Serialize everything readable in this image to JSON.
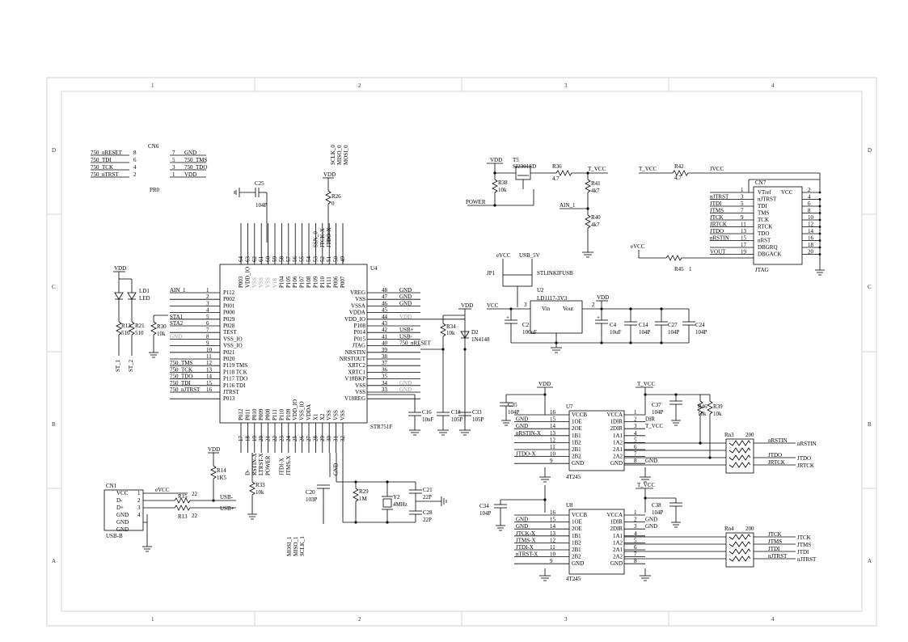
{
  "frame": {
    "cols": [
      "1",
      "2",
      "3",
      "4"
    ],
    "rows": [
      "D",
      "C",
      "B",
      "A"
    ]
  },
  "cn6": {
    "ref": "CN6",
    "name": "PR0",
    "left_nets": [
      "750_nRESET",
      "750_TDI",
      "750_TCK",
      "750_nTRST"
    ],
    "left_pins": [
      "8",
      "6",
      "4",
      "2"
    ],
    "right_pins": [
      "7",
      "5",
      "3",
      "1"
    ],
    "right_nets": [
      "GND",
      "750_TMS",
      "750_TDO",
      "VDD"
    ]
  },
  "u4": {
    "ref": "U4",
    "part": "STR751F",
    "left": [
      {
        "n": "1",
        "p": "P112",
        "net": "AIN_1"
      },
      {
        "n": "2",
        "p": "P002",
        "net": ""
      },
      {
        "n": "3",
        "p": "P001",
        "net": ""
      },
      {
        "n": "4",
        "p": "P000",
        "net": ""
      },
      {
        "n": "5",
        "p": "P029",
        "net": "STA1"
      },
      {
        "n": "6",
        "p": "P028",
        "net": "STA2"
      },
      {
        "n": "7",
        "p": "TEST",
        "net": ""
      },
      {
        "n": "8",
        "p": "VSS_IO",
        "net": "GND"
      },
      {
        "n": "9",
        "p": "VSS_IO",
        "net": ""
      },
      {
        "n": "10",
        "p": "P021",
        "net": ""
      },
      {
        "n": "11",
        "p": "P020",
        "net": ""
      },
      {
        "n": "12",
        "p": "P119 TMS",
        "net": "750_TMS"
      },
      {
        "n": "13",
        "p": "P118 TCK",
        "net": "750_TCK"
      },
      {
        "n": "14",
        "p": "P117 TDO",
        "net": "750_TDO"
      },
      {
        "n": "15",
        "p": "P116 TDI",
        "net": "750_TDI"
      },
      {
        "n": "16",
        "p": "JTRST",
        "net": "750_nJTRST"
      },
      {
        "n": "",
        "p": "P013",
        "net": ""
      }
    ],
    "right": [
      {
        "n": "48",
        "p": "VREG",
        "net": "GND"
      },
      {
        "n": "47",
        "p": "VSS",
        "net": "GND"
      },
      {
        "n": "46",
        "p": "VSSA",
        "net": "GND"
      },
      {
        "n": "45",
        "p": "VDDA",
        "net": ""
      },
      {
        "n": "44",
        "p": "VDD_IO",
        "net": "VDD"
      },
      {
        "n": "43",
        "p": "P108",
        "net": ""
      },
      {
        "n": "42",
        "p": "P014",
        "net": "USB+"
      },
      {
        "n": "41",
        "p": "P015",
        "net": "USB-"
      },
      {
        "n": "40",
        "p": "JTAG",
        "net": "750_nRESET"
      },
      {
        "n": "39",
        "p": "NRSTIN",
        "net": ""
      },
      {
        "n": "38",
        "p": "NRSTOUT",
        "net": ""
      },
      {
        "n": "37",
        "p": "XRTC2",
        "net": ""
      },
      {
        "n": "36",
        "p": "XRTC1",
        "net": ""
      },
      {
        "n": "35",
        "p": "V18BKP",
        "net": ""
      },
      {
        "n": "34",
        "p": "VSS",
        "net": "GND"
      },
      {
        "n": "33",
        "p": "VSS",
        "net": "GND"
      },
      {
        "n": "",
        "p": "V18REG",
        "net": ""
      }
    ],
    "top_pins": [
      "64",
      "63",
      "62",
      "61",
      "60",
      "59",
      "58",
      "57",
      "56",
      "55",
      "54",
      "53",
      "52",
      "51",
      "50",
      "49"
    ],
    "top_names": [
      "P003",
      "VDD_IO",
      "VSS",
      "VSS",
      "VSS",
      "V18",
      "P104",
      "P105",
      "P106",
      "P107",
      "P108",
      "P109",
      "P110",
      "P111",
      "P006",
      "P007"
    ],
    "top_nets": [
      "",
      "",
      "",
      "",
      "",
      "",
      "",
      "",
      "",
      "",
      "",
      "SSN_0",
      "JTCK-X",
      "JTDO-X",
      "",
      ""
    ],
    "bottom_pins": [
      "17",
      "18",
      "19",
      "20",
      "21",
      "22",
      "23",
      "24",
      "25",
      "26",
      "27",
      "28",
      "29",
      "30",
      "31",
      "32"
    ],
    "bottom_names": [
      "P012",
      "P011",
      "P010",
      "P009",
      "P008",
      "P111",
      "P110",
      "P109",
      "VDD_IO",
      "VSS_IO",
      "VDDA",
      "X1",
      "X2",
      "VSS",
      "VSS",
      "VSS"
    ],
    "bottom_nets": [
      "",
      "D-",
      "RSTIN-X",
      "LTRST-X",
      "POWER",
      "",
      "JTDI-X",
      "JTMS-X",
      "",
      "",
      "",
      "",
      "",
      "",
      "GND",
      ""
    ]
  },
  "top_bus": [
    "SCLK_0",
    "MISO_0",
    "MOSI_0"
  ],
  "bottom_bus": [
    "MOSI_1",
    "MISO_1",
    "SCLK_1"
  ],
  "passives": {
    "c25": {
      "ref": "C25",
      "val": "104P"
    },
    "r26": {
      "ref": "R26",
      "val": "0"
    },
    "r30": {
      "ref": "R30",
      "val": "10k"
    },
    "r12": {
      "ref": "R12",
      "val": "510"
    },
    "r21": {
      "ref": "R21",
      "val": "510"
    },
    "ld1": {
      "ref": "LD1",
      "val": "LED"
    },
    "r34": {
      "ref": "R34",
      "val": "10k"
    },
    "d2": {
      "ref": "D2",
      "val": "1N4148"
    },
    "c16": {
      "ref": "C16",
      "val": "10nF"
    },
    "c18": {
      "ref": "C18",
      "val": "105P"
    },
    "c33": {
      "ref": "C33",
      "val": "105P"
    },
    "r33": {
      "ref": "R33",
      "val": "10k"
    },
    "c20": {
      "ref": "C20",
      "val": "103P"
    },
    "r29": {
      "ref": "R29",
      "val": "1M"
    },
    "y2": {
      "ref": "Y2",
      "val": "4MHz"
    },
    "c21": {
      "ref": "C21",
      "val": "22P"
    },
    "c28": {
      "ref": "C28",
      "val": "22P"
    },
    "r14": {
      "ref": "R14",
      "val": "1K5"
    },
    "r15": {
      "ref": "R15",
      "val": "22"
    },
    "r13": {
      "ref": "R13",
      "val": "22"
    },
    "r38": {
      "ref": "R38",
      "val": "10k"
    },
    "t5": {
      "ref": "T5",
      "val": "SI2301SD"
    },
    "r36": {
      "ref": "R36",
      "val": "4.7"
    },
    "r41": {
      "ref": "R41",
      "val": "4k7"
    },
    "r40": {
      "ref": "R40",
      "val": "4k7"
    },
    "r42": {
      "ref": "R42",
      "val": "4.7"
    },
    "r45": {
      "ref": "R45",
      "val": "1"
    },
    "c2": {
      "ref": "C2",
      "val": "100uF"
    },
    "c4": {
      "ref": "C4",
      "val": "10uF"
    },
    "c14": {
      "ref": "C14",
      "val": "104P"
    },
    "c27": {
      "ref": "C27",
      "val": "104P"
    },
    "c24": {
      "ref": "C24",
      "val": "104P"
    },
    "c35": {
      "ref": "C35",
      "val": "104P"
    },
    "c37": {
      "ref": "C37",
      "val": "104P"
    },
    "r46": {
      "ref": "R46",
      "val": "10k"
    },
    "r39": {
      "ref": "R39",
      "val": "10k"
    },
    "c34": {
      "ref": "C34",
      "val": "104P"
    },
    "c38": {
      "ref": "C38",
      "val": "104P"
    }
  },
  "labels": {
    "vdd": "VDD",
    "gnd": "GND",
    "vcc": "VCC",
    "evcc": "eVCC",
    "tvcc": "T_VCC",
    "jvcc": "JVCC",
    "power": "POWER",
    "ain1": "AIN_1",
    "usb5v": "USB_5V",
    "stlink": "STLINKIFUSB",
    "jp1": "JP1",
    "st1": "ST_1",
    "st2": "ST_2",
    "usbp": "USB+",
    "usbm": "USB-",
    "vin": "Vin",
    "vout": "Vout",
    "vout_net": "VOUT",
    "dir": "DIR",
    "nrstin": "nRSTIN",
    "jtdo": "JTDO",
    "jrtck": "JRTCK",
    "jtck": "JTCK",
    "jtms": "JTMS",
    "jtdi": "JTDI",
    "njtrst": "nJTRST"
  },
  "u2": {
    "ref": "U2",
    "part": "LD1117-3V3",
    "pin_in": "3",
    "pin_out": "2"
  },
  "cn1": {
    "ref": "CN1",
    "part": "USB-B",
    "pins": [
      {
        "n": "1",
        "p": "VCC"
      },
      {
        "n": "2",
        "p": "D-"
      },
      {
        "n": "3",
        "p": "D+"
      },
      {
        "n": "4",
        "p": "GND"
      },
      {
        "n": "",
        "p": "GND"
      },
      {
        "n": "",
        "p": "GND"
      }
    ]
  },
  "cn7": {
    "ref": "CN7",
    "part": "JTAG",
    "rows": [
      {
        "net": "",
        "l": "1",
        "p": "VTref",
        "r": "2",
        "rp": "VCC"
      },
      {
        "net": "nJTRST",
        "l": "3",
        "p": "nJTRST",
        "r": "4",
        "rp": ""
      },
      {
        "net": "JTDI",
        "l": "5",
        "p": "TDI",
        "r": "6",
        "rp": ""
      },
      {
        "net": "JTMS",
        "l": "7",
        "p": "TMS",
        "r": "8",
        "rp": ""
      },
      {
        "net": "JTCK",
        "l": "9",
        "p": "TCK",
        "r": "10",
        "rp": ""
      },
      {
        "net": "JRTCK",
        "l": "11",
        "p": "RTCK",
        "r": "12",
        "rp": ""
      },
      {
        "net": "JTDO",
        "l": "13",
        "p": "TDO",
        "r": "14",
        "rp": ""
      },
      {
        "net": "nRSTIN",
        "l": "15",
        "p": "nRST",
        "r": "16",
        "rp": ""
      },
      {
        "net": "",
        "l": "17",
        "p": "DBGRQ",
        "r": "18",
        "rp": ""
      },
      {
        "net": "VOUT",
        "l": "19",
        "p": "DBGACK",
        "r": "20",
        "rp": ""
      }
    ]
  },
  "u7": {
    "ref": "U7",
    "part": "4T245",
    "left": [
      {
        "n": "16",
        "p": "VCCB",
        "net": ""
      },
      {
        "n": "15",
        "p": "1OE",
        "net": "GND"
      },
      {
        "n": "14",
        "p": "2OE",
        "net": "GND"
      },
      {
        "n": "13",
        "p": "1B1",
        "net": "nRSTIN-X"
      },
      {
        "n": "12",
        "p": "1B2",
        "net": ""
      },
      {
        "n": "11",
        "p": "2B1",
        "net": ""
      },
      {
        "n": "10",
        "p": "2B2",
        "net": "JTDO-X"
      },
      {
        "n": "9",
        "p": "GND",
        "net": ""
      }
    ],
    "right": [
      {
        "n": "1",
        "p": "VCCA",
        "net": ""
      },
      {
        "n": "2",
        "p": "1DIR",
        "net": "DIR"
      },
      {
        "n": "3",
        "p": "2DIR",
        "net": "T_VCC"
      },
      {
        "n": "4",
        "p": "1A1",
        "net": ""
      },
      {
        "n": "5",
        "p": "1A2",
        "net": ""
      },
      {
        "n": "6",
        "p": "2A1",
        "net": ""
      },
      {
        "n": "7",
        "p": "2A2",
        "net": ""
      },
      {
        "n": "8",
        "p": "GND",
        "net": "GND"
      }
    ]
  },
  "u8": {
    "ref": "U8",
    "part": "4T245",
    "left": [
      {
        "n": "16",
        "p": "VCCB",
        "net": ""
      },
      {
        "n": "15",
        "p": "1OE",
        "net": "GND"
      },
      {
        "n": "14",
        "p": "2OE",
        "net": "GND"
      },
      {
        "n": "13",
        "p": "1B1",
        "net": "JTCK-X"
      },
      {
        "n": "12",
        "p": "1B2",
        "net": "JTMS-X"
      },
      {
        "n": "11",
        "p": "2B1",
        "net": "JTDI-X"
      },
      {
        "n": "10",
        "p": "2B2",
        "net": "nTRST-X"
      },
      {
        "n": "9",
        "p": "GND",
        "net": ""
      }
    ],
    "right": [
      {
        "n": "1",
        "p": "VCCA",
        "net": ""
      },
      {
        "n": "2",
        "p": "1DIR",
        "net": "GND"
      },
      {
        "n": "3",
        "p": "2DIR",
        "net": "GND"
      },
      {
        "n": "4",
        "p": "1A1",
        "net": ""
      },
      {
        "n": "5",
        "p": "1A2",
        "net": ""
      },
      {
        "n": "6",
        "p": "2A1",
        "net": ""
      },
      {
        "n": "7",
        "p": "2A2",
        "net": ""
      },
      {
        "n": "8",
        "p": "GND",
        "net": ""
      }
    ]
  },
  "rn3": {
    "ref": "Rn3",
    "val": "200",
    "nets": [
      "nRSTIN",
      "",
      "JTDO",
      "JRTCK"
    ],
    "ext": [
      "nRSTIN",
      "",
      "JTDO",
      "JRTCK"
    ]
  },
  "rn4": {
    "ref": "Rn4",
    "val": "200",
    "nets": [
      "JTCK",
      "JTMS",
      "JTDI",
      "nJTRST"
    ],
    "ext": [
      "JTCK",
      "JTMS",
      "JTDI",
      "nJTRST"
    ]
  }
}
